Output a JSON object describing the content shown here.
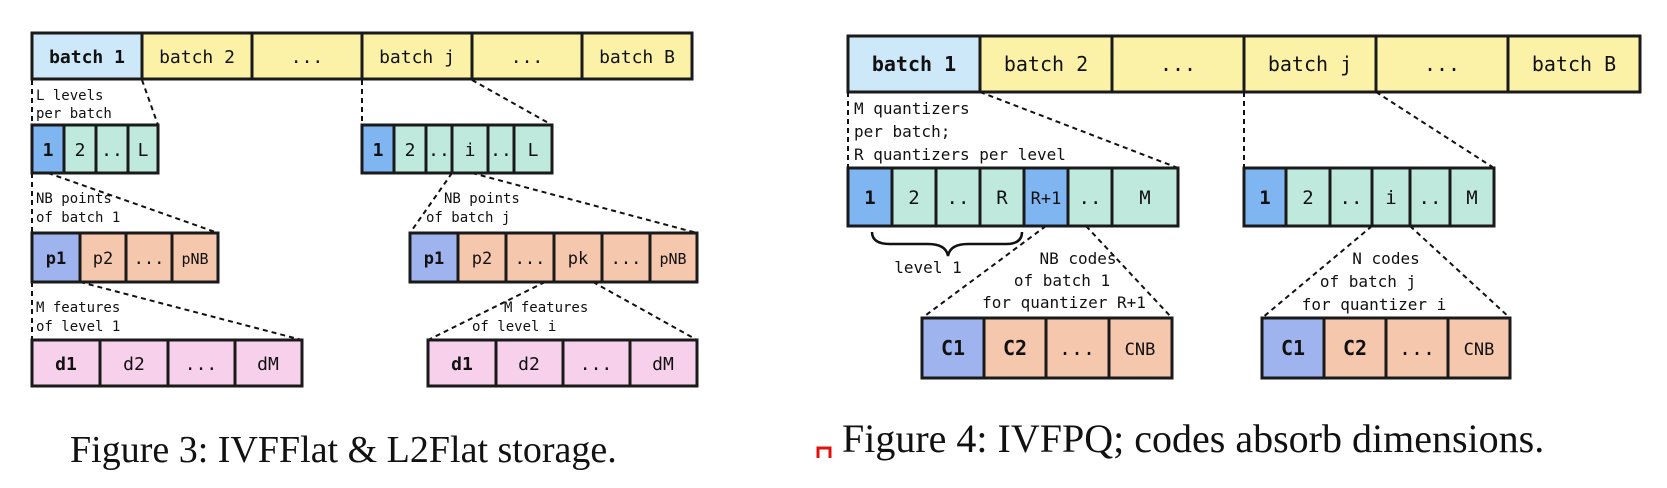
{
  "colors": {
    "batch_selected": "#cde8f8",
    "batch": "#fbf2a8",
    "level_first": "#7fb6f2",
    "level": "#bfe9dc",
    "point_first": "#9fb4ee",
    "point": "#f5c7ad",
    "feature": "#f7d0ec",
    "code_first": "#9fb4ee",
    "code": "#f5c7ad"
  },
  "fig3": {
    "batches": [
      "batch 1",
      "batch 2",
      "...",
      "batch j",
      "...",
      "batch B"
    ],
    "note_levels": [
      "L levels",
      "per batch"
    ],
    "levels_left": [
      "1",
      "2",
      "..",
      "L"
    ],
    "levels_right": [
      "1",
      "2",
      "..",
      "i",
      "..",
      "L"
    ],
    "note_points_left": [
      "NB points",
      "of batch 1"
    ],
    "note_points_right": [
      "NB points",
      "of batch j"
    ],
    "points_left": [
      "p1",
      "p2",
      "...",
      "pNB"
    ],
    "points_right": [
      "p1",
      "p2",
      "...",
      "pk",
      "...",
      "pNB"
    ],
    "note_features_left": [
      "M features",
      "of level 1"
    ],
    "note_features_right": [
      "M features",
      "of level i"
    ],
    "features_left": [
      "d1",
      "d2",
      "...",
      "dM"
    ],
    "features_right": [
      "d1",
      "d2",
      "...",
      "dM"
    ],
    "caption": "Figure 3: IVFFlat & L2Flat storage."
  },
  "fig4": {
    "batches": [
      "batch 1",
      "batch 2",
      "...",
      "batch j",
      "...",
      "batch B"
    ],
    "note_quantizers": [
      "M quantizers",
      "per batch;",
      "R quantizers per level"
    ],
    "quant_left": [
      "1",
      "2",
      "..",
      "R",
      "R+1",
      "..",
      "M"
    ],
    "quant_right": [
      "1",
      "2",
      "..",
      "i",
      "..",
      "M"
    ],
    "brace_label": "level 1",
    "note_codes_left": [
      "NB codes",
      "of batch 1",
      "for quantizer R+1"
    ],
    "note_codes_right": [
      "N codes",
      "of batch j",
      "for quantizer i"
    ],
    "codes_left": [
      "C1",
      "C2",
      "...",
      "CNB"
    ],
    "codes_right": [
      "C1",
      "C2",
      "...",
      "CNB"
    ],
    "caption": "Figure 4: IVFPQ; codes absorb dimensions."
  }
}
